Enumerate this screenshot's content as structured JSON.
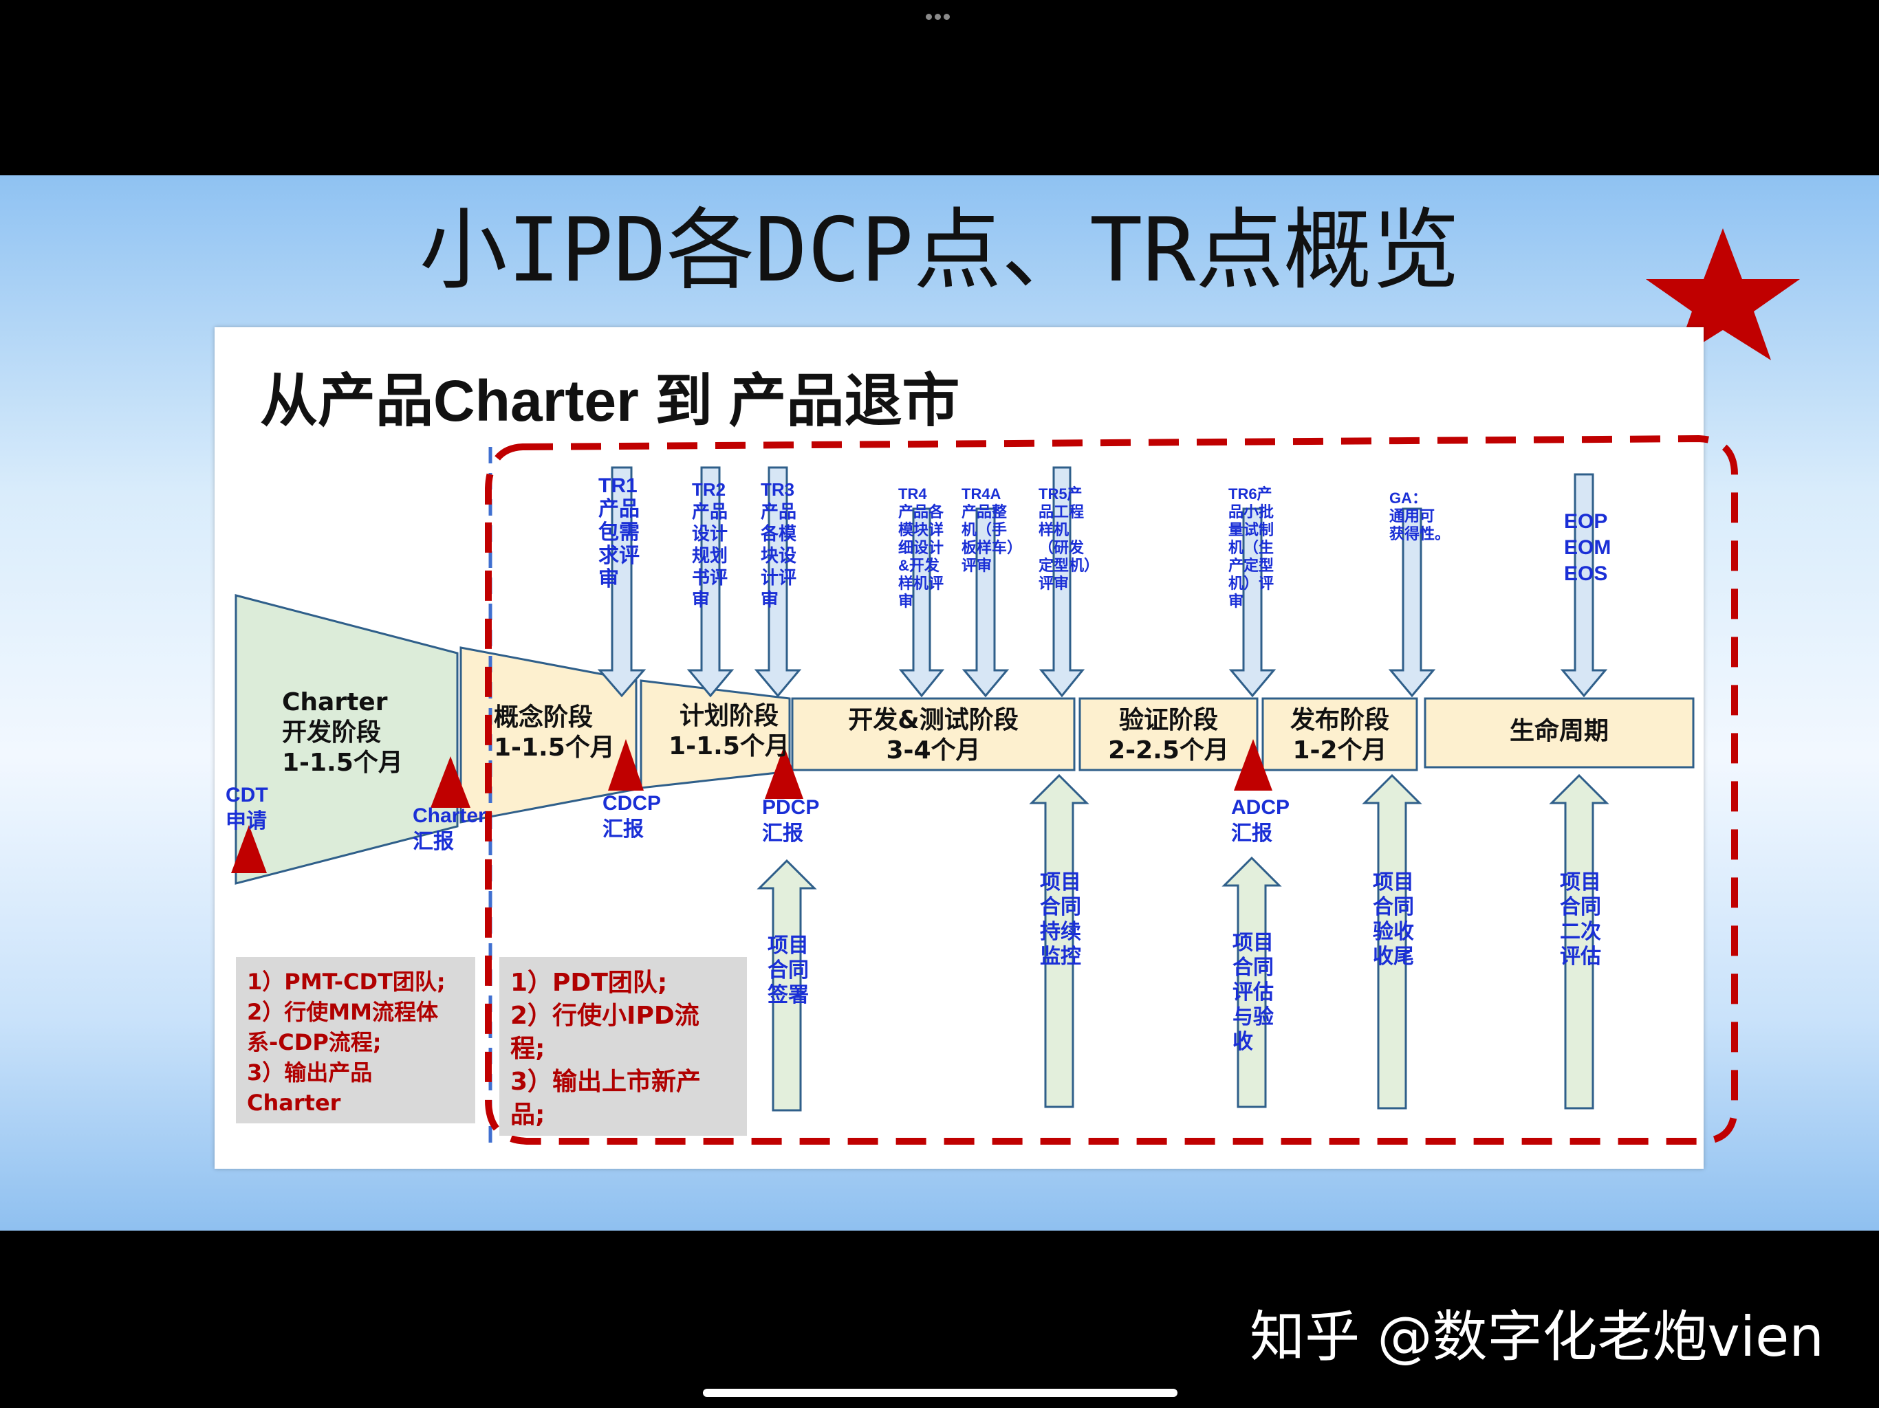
{
  "slide_title": "小IPD各DCP点、TR点概览",
  "panel_title": "从产品Charter 到 产品退市",
  "phases": [
    {
      "id": "charter",
      "label": "Charter\n开发阶段\n1-1.5个月"
    },
    {
      "id": "concept",
      "label": "概念阶段\n1-1.5个月"
    },
    {
      "id": "plan",
      "label": "计划阶段\n1-1.5个月"
    },
    {
      "id": "dev",
      "label": "开发&测试阶段\n3-4个月"
    },
    {
      "id": "verify",
      "label": "验证阶段\n2-2.5个月"
    },
    {
      "id": "release",
      "label": "发布阶段\n1-2个月"
    },
    {
      "id": "lifecycle",
      "label": "生命周期"
    }
  ],
  "tr_points": [
    {
      "id": "tr1",
      "label": "TR1\n产品\n包需\n求评\n审"
    },
    {
      "id": "tr2",
      "label": "TR2\n产品\n设计\n规划\n书评\n审"
    },
    {
      "id": "tr3",
      "label": "TR3\n产品\n各模\n块设\n计评\n审"
    },
    {
      "id": "tr4",
      "label": "TR4\n产品各\n模块详\n细设计\n&开发\n样机评\n审"
    },
    {
      "id": "tr4a",
      "label": "TR4A\n产品整\n机（手\n板样车）\n评审"
    },
    {
      "id": "tr5",
      "label": "TR5产\n品工程\n样机\n（研发\n定型机）\n评审"
    },
    {
      "id": "tr6",
      "label": "TR6产\n品小批\n量试制\n机（生\n产定型\n机）评\n审"
    },
    {
      "id": "ga",
      "label": "GA：\n通用可\n获得性。"
    },
    {
      "id": "eop",
      "label": "EOP\nEOM\nEOS"
    }
  ],
  "dcp_points": [
    {
      "id": "cdt",
      "label": "CDT\n申请"
    },
    {
      "id": "charter",
      "label": "Charter\n汇报"
    },
    {
      "id": "cdcp",
      "label": "CDCP\n汇报"
    },
    {
      "id": "pdcp",
      "label": "PDCP\n汇报"
    },
    {
      "id": "adcp",
      "label": "ADCP\n汇报"
    }
  ],
  "contract_points": [
    {
      "id": "sign",
      "label": "项目\n合同\n签署"
    },
    {
      "id": "monitor",
      "label": "项目\n合同\n持续\n监控"
    },
    {
      "id": "evaluate",
      "label": "项目\n合同\n评估\n与验\n收"
    },
    {
      "id": "accept",
      "label": "项目\n合同\n验收\n收尾"
    },
    {
      "id": "second",
      "label": "项目\n合同\n二次\n评估"
    }
  ],
  "notes": {
    "left": "1）PMT-CDT团队;\n2）行使MM流程体\n系-CDP流程;\n3）输出产品\nCharter",
    "right": "1）PDT团队;\n2）行使小IPD流\n程;\n3）输出上市新产\n品;"
  },
  "footer_brand": "知乎 @数字化老炮vien",
  "colors": {
    "phase_fill": "#fdf0cf",
    "charter_fill": "#dcecd9",
    "arrow_down_fill": "#d7e6f5",
    "arrow_up_fill": "#e3efdc",
    "triangle": "#c00000",
    "dashed_border": "#c00000",
    "divider": "#3f6fd0",
    "label_blue": "#1a2fd6"
  }
}
